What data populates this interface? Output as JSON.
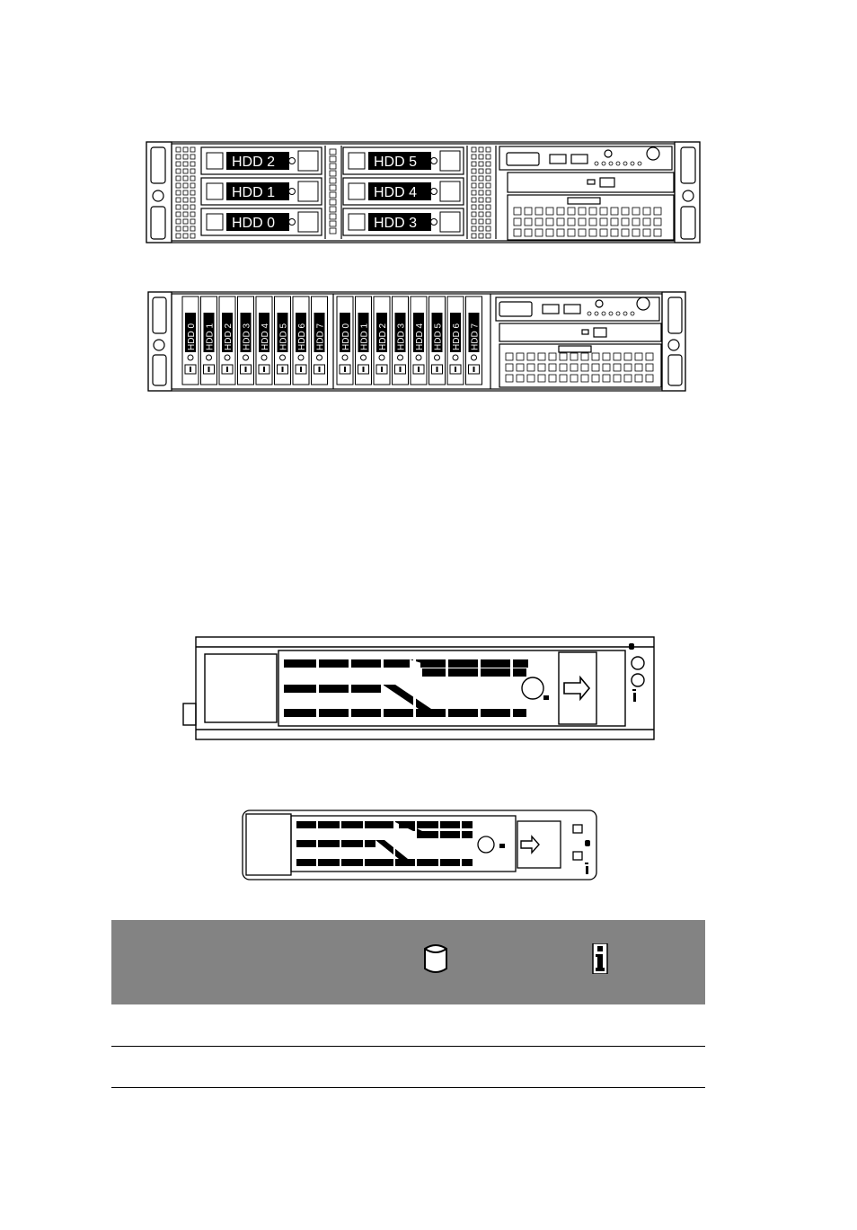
{
  "chassis_3_5": {
    "bays_left": [
      "HDD 2",
      "HDD 1",
      "HDD 0"
    ],
    "bays_right": [
      "HDD 5",
      "HDD 4",
      "HDD 3"
    ]
  },
  "chassis_2_5": {
    "bays_left": [
      "HDD 0",
      "HDD 1",
      "HDD 2",
      "HDD 3",
      "HDD 4",
      "HDD 5",
      "HDD 6",
      "HDD 7"
    ],
    "bays_right": [
      "HDD 0",
      "HDD 1",
      "HDD 2",
      "HDD 3",
      "HDD 4",
      "HDD 5",
      "HDD 6",
      "HDD 7"
    ]
  },
  "led_table": {
    "header_icons": [
      "hdd-activity-icon",
      "info-icon"
    ],
    "colors": {
      "header_bg": "#838383"
    },
    "rows": [
      [],
      []
    ]
  },
  "tray_icons": [
    "hdd-activity-icon",
    "info-icon",
    "arrow-right-icon",
    "lock-icon"
  ]
}
